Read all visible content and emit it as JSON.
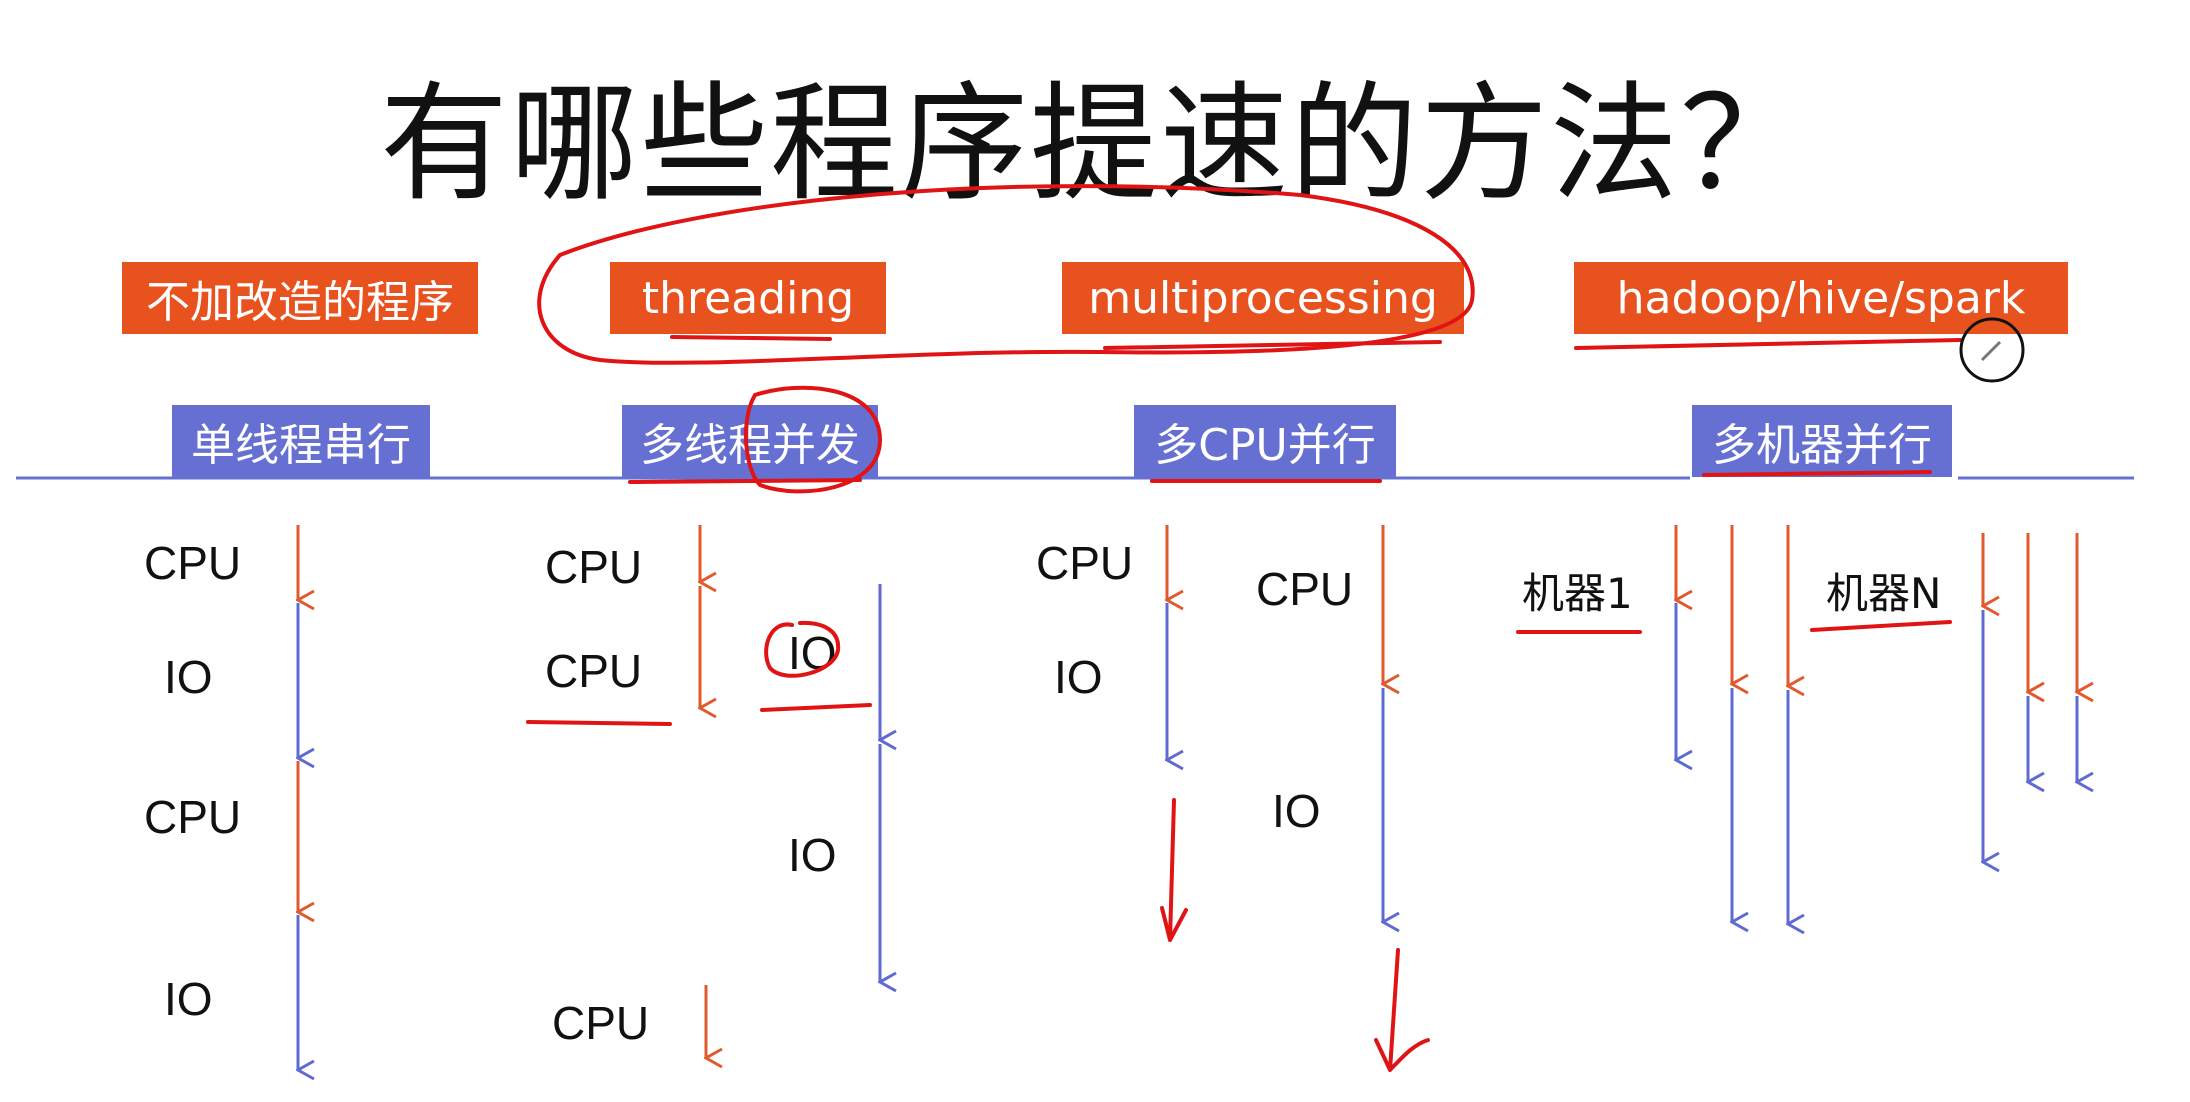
{
  "title": "有哪些程序提速的方法？",
  "categories": [
    {
      "method": "不加改造的程序",
      "mode": "单线程串行"
    },
    {
      "method": "threading",
      "mode": "多线程并发"
    },
    {
      "method": "multiprocessing",
      "mode": "多CPU并行"
    },
    {
      "method": "hadoop/hive/spark",
      "mode": "多机器并行"
    }
  ],
  "labels": {
    "cpu": "CPU",
    "io": "IO",
    "machine_1": "机器1",
    "machine_n": "机器N"
  },
  "colors": {
    "cpu_arrow": "#E05A2E",
    "io_arrow": "#5F6BD0",
    "method_box": "#E8521E",
    "mode_box": "#6670D2",
    "ink": "#E01414"
  }
}
